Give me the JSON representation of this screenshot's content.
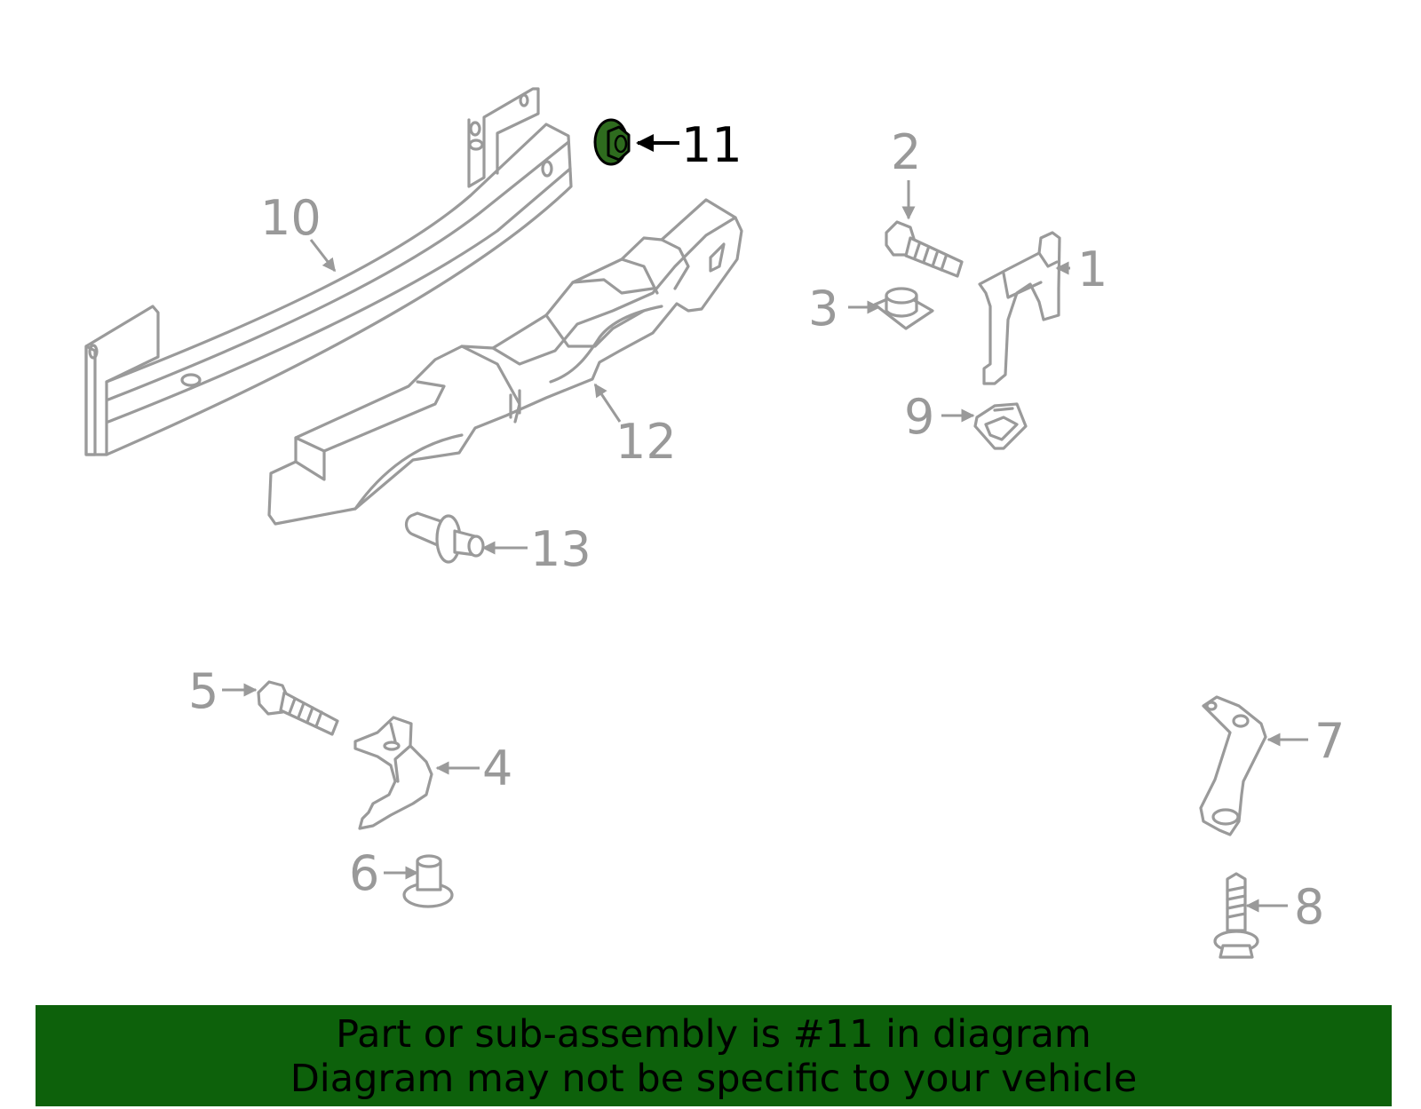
{
  "callouts": {
    "p1": "1",
    "p2": "2",
    "p3": "3",
    "p4": "4",
    "p5": "5",
    "p6": "6",
    "p7": "7",
    "p8": "8",
    "p9": "9",
    "p10": "10",
    "p11": "11",
    "p12": "12",
    "p13": "13"
  },
  "highlighted_part": "11",
  "colors": {
    "highlight": "#2e6b1e",
    "banner": "#0d610b",
    "line": "#9a9a9a"
  },
  "banner": {
    "line1": "Part or sub-assembly is #11 in diagram",
    "line2": "Diagram may not be specific to your vehicle"
  }
}
